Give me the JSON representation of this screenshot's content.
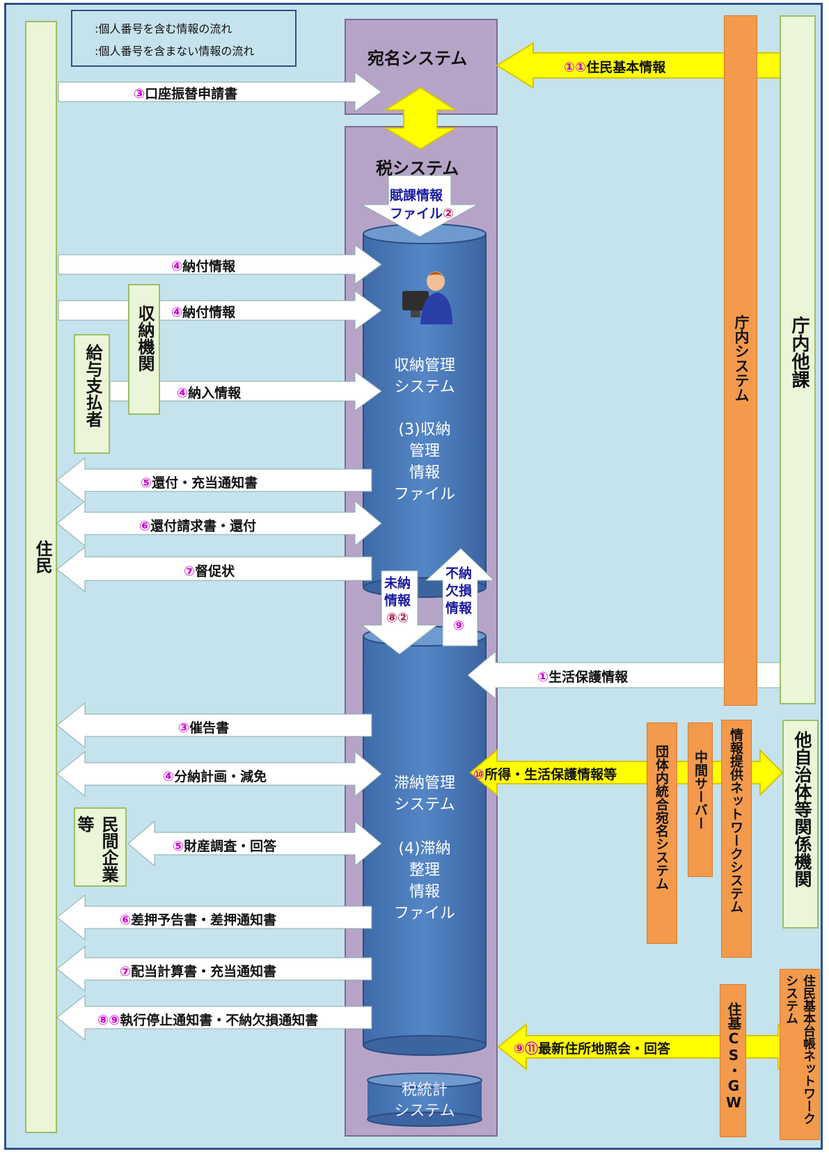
{
  "legend": {
    "with_number": ":個人番号を含む情報の流れ",
    "without_number": ":個人番号を含まない情報の流れ"
  },
  "colors": {
    "background": "#c5e3ec",
    "frame": "#2f4f8f",
    "personal_number_flow": "#ffff00",
    "non_personal_flow": "#ffffff",
    "cylinder": "#4a78b8",
    "system_box": "#b6a4c8",
    "org_box": "#ebf5d8",
    "internal_system": "#f39a4c",
    "number_mark": "#cc00cc"
  },
  "nodes": {
    "resident": "住民",
    "address_system": "宛名システム",
    "tax_system": "税システム",
    "receiving_institution": "収納機関",
    "payroll_payer": "給与支払者",
    "private_companies": "民間企業等",
    "collection_mgmt_system": "収納管理\nシステム",
    "collection_mgmt_file": "(3)収納\n管理\n情報\nファイル",
    "delinquency_mgmt_system": "滞納管理\nシステム",
    "delinquency_file": "(4)滞納\n整理\n情報\nファイル",
    "tax_statistics_system": "税統計\nシステム",
    "internal_system": "庁内システム",
    "other_departments": "庁内他課",
    "integrated_address_system": "団体内統合宛名システム",
    "intermediate_server": "中間サーバー",
    "info_network_system": "情報提供ネットワークシステム",
    "other_municipalities": "他自治体等関係機関",
    "juki_cs_gw": "住基CS・GW",
    "juki_network_system": "住民基本台帳ネットワークシステム"
  },
  "flows": {
    "basic_resident_info": {
      "num": "①①",
      "text": "住民基本情報"
    },
    "account_transfer": {
      "num": "③",
      "text": "口座振替申請書"
    },
    "assessment_file_1": "賦課情報",
    "assessment_file_2": "ファイル",
    "assessment_num": "②",
    "payment_info_1": {
      "num": "④",
      "text": "納付情報"
    },
    "payment_info_2": {
      "num": "④",
      "text": "納付情報"
    },
    "remittance_info": {
      "num": "④",
      "text": "納入情報"
    },
    "refund_notice": {
      "num": "⑤",
      "text": "還付・充当通知書"
    },
    "refund_claim": {
      "num": "⑥",
      "text": "還付請求書・還付"
    },
    "reminder": {
      "num": "⑦",
      "text": "督促状"
    },
    "unpaid_info": "未納\n情報",
    "unpaid_num": "⑧②",
    "uncollectible_info": "不納\n欠損\n情報",
    "uncollectible_num": "⑨",
    "welfare_info": {
      "num": "①",
      "text": "生活保護情報"
    },
    "demand_letter": {
      "num": "③",
      "text": "催告書"
    },
    "installment_plan": {
      "num": "④",
      "text": "分納計画・減免"
    },
    "income_welfare": {
      "num": "⑩",
      "text": "所得・生活保護情報等"
    },
    "property_investigation": {
      "num": "⑤",
      "text": "財産調査・回答"
    },
    "seizure_notice": {
      "num": "⑥",
      "text": "差押予告書・差押通知書"
    },
    "distribution_notice": {
      "num": "⑦",
      "text": "配当計算書・充当通知書"
    },
    "suspension_notice": {
      "num": "⑧⑨",
      "text": "執行停止通知書・不納欠損通知書"
    },
    "latest_address": {
      "num": "⑨⑪",
      "text": "最新住所地照会・回答"
    }
  }
}
